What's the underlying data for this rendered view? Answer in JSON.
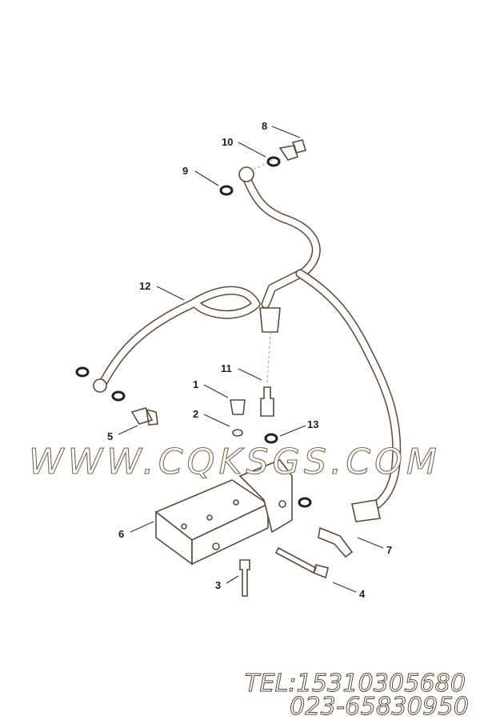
{
  "callouts": {
    "c1": "1",
    "c2": "2",
    "c3": "3",
    "c4": "4",
    "c5": "5",
    "c6": "6",
    "c7": "7",
    "c8": "8",
    "c9": "9",
    "c10": "10",
    "c11": "11",
    "c12": "12",
    "c13": "13"
  },
  "watermark": "WWW.CQKSGS.COM",
  "contact": {
    "tel": "TEL:15310305680",
    "phone": "023-65830950"
  },
  "colors": {
    "line": "#5a4a3a",
    "watermark_outline": "#7a6a55"
  }
}
